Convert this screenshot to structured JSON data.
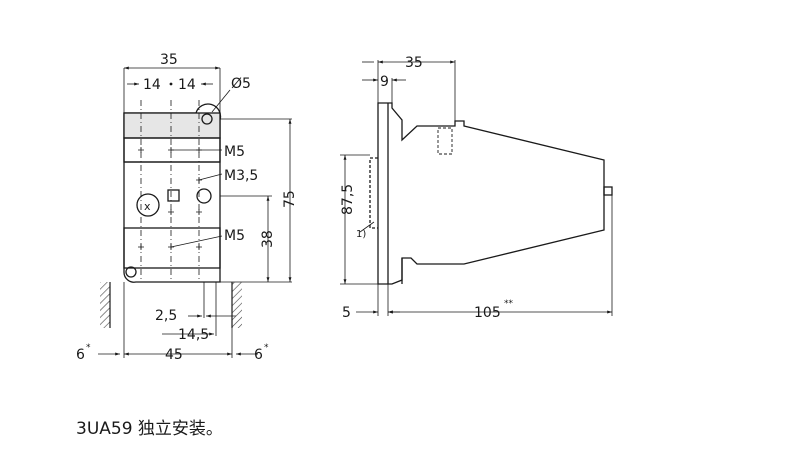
{
  "front_view": {
    "dim_top_width": "35",
    "dim_half_left": "14",
    "dim_half_right": "14",
    "dim_hole": "Ø5",
    "label_m5_upper": "M5",
    "label_m35": "M3,5",
    "label_m5_lower": "M5",
    "dim_height_75": "75",
    "dim_height_38": "38",
    "dim_bottom_25": "2,5",
    "dim_bottom_145": "14,5",
    "dim_bottom_45": "45",
    "dim_clear_left": "6",
    "dim_clear_right": "6",
    "clear_marker": "*",
    "terminal_mark": "x"
  },
  "side_view": {
    "dim_top_35": "35",
    "dim_top_9": "9",
    "dim_height_875": "87,5",
    "dim_bottom_5": "5",
    "dim_bottom_105": "105",
    "dim_105_marker": "**",
    "footnote_ref": "1)"
  },
  "caption": "3UA59 独立安装。"
}
